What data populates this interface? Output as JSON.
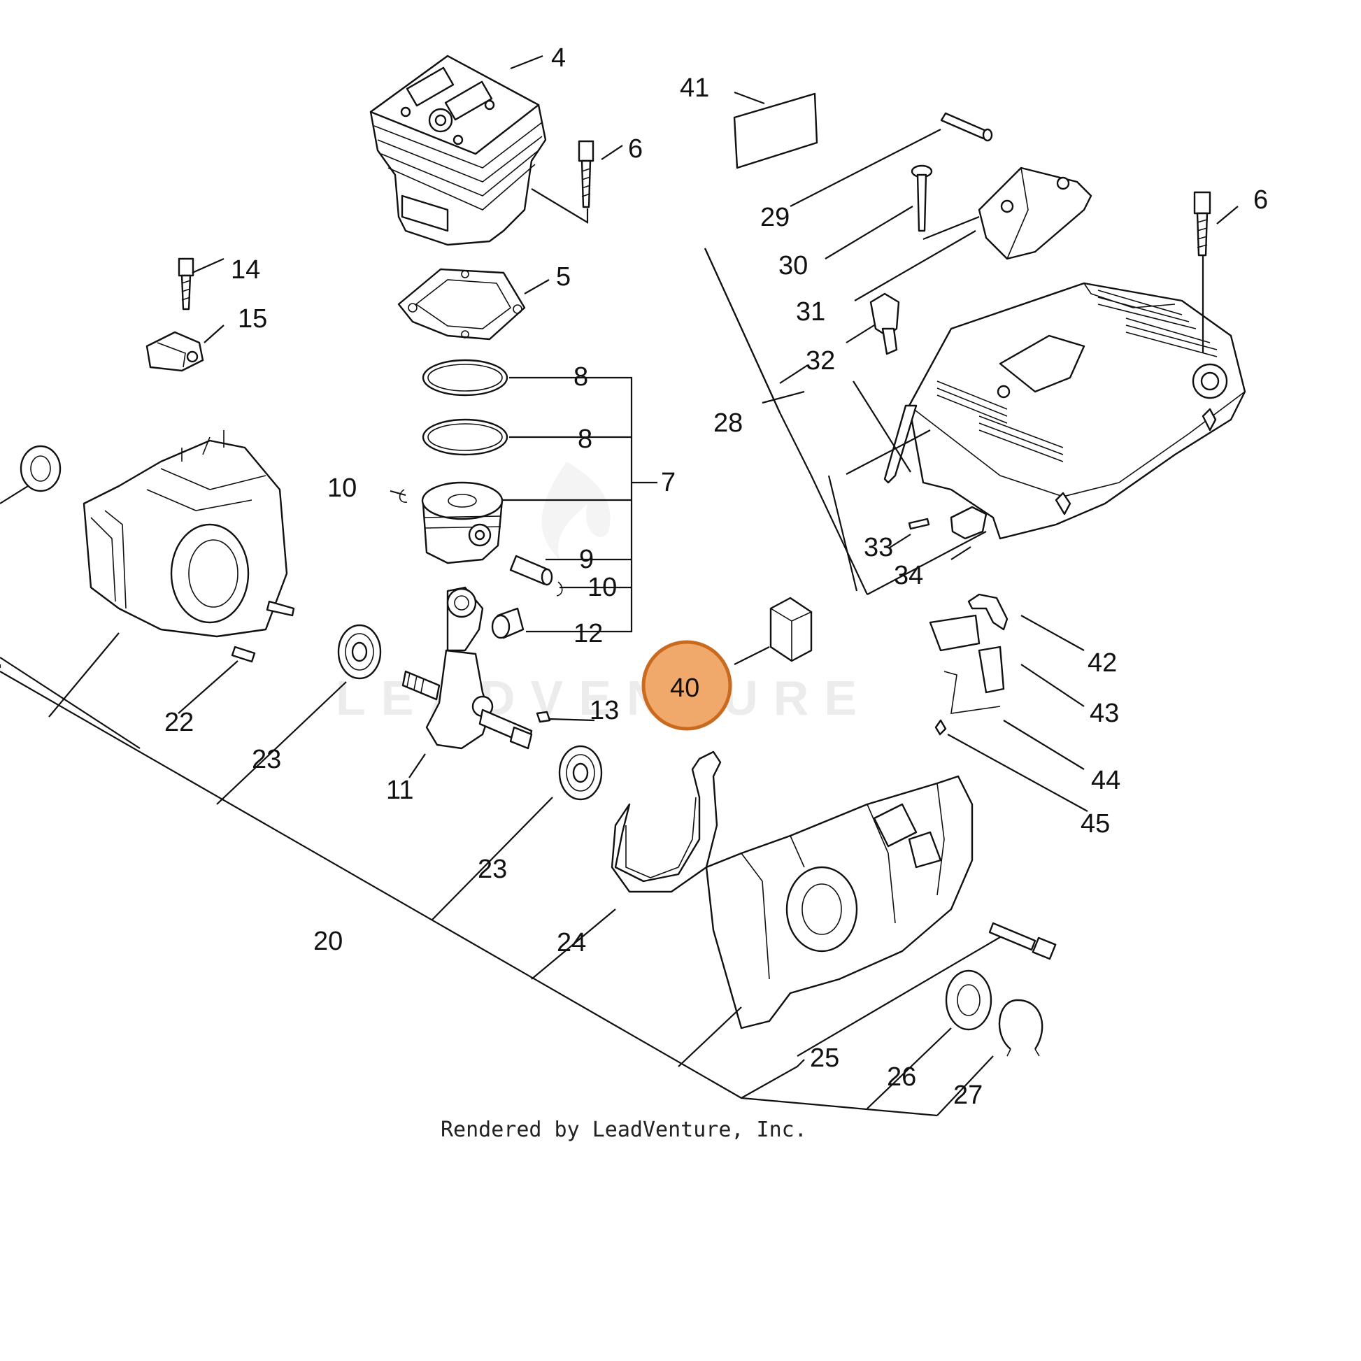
{
  "watermark": "LEADVENTURE",
  "credit": "Rendered by LeadVenture, Inc.",
  "highlight": {
    "label": "40",
    "color": "#f0a96b",
    "border": "#c96a1e"
  },
  "callouts": [
    "4",
    "6",
    "41",
    "29",
    "30",
    "6",
    "31",
    "32",
    "28",
    "14",
    "15",
    "5",
    "8",
    "8",
    "7",
    "10",
    "9",
    "10",
    "12",
    "33",
    "34",
    "42",
    "43",
    "44",
    "45",
    "22",
    "23",
    "11",
    "13",
    "40",
    "23",
    "20",
    "24",
    "25",
    "26",
    "27"
  ]
}
